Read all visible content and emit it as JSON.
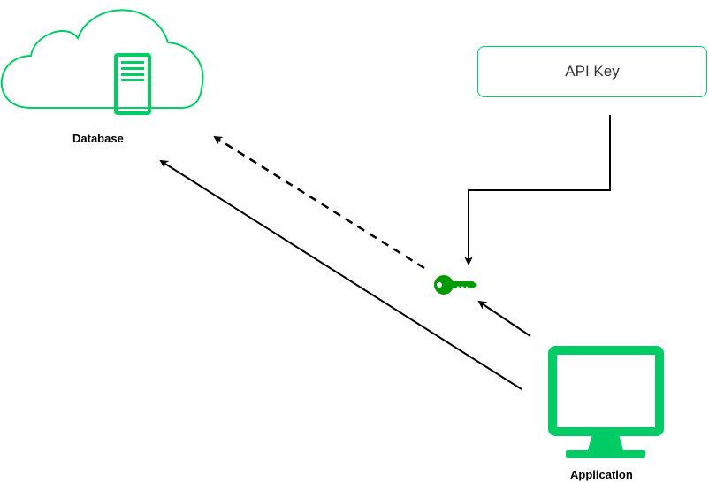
{
  "nodes": {
    "database": {
      "label": "Database"
    },
    "application": {
      "label": "Application"
    },
    "api_key": {
      "label": "API Key"
    }
  },
  "colors": {
    "accent": "#00cc66",
    "key": "#009900",
    "line": "#000000"
  }
}
